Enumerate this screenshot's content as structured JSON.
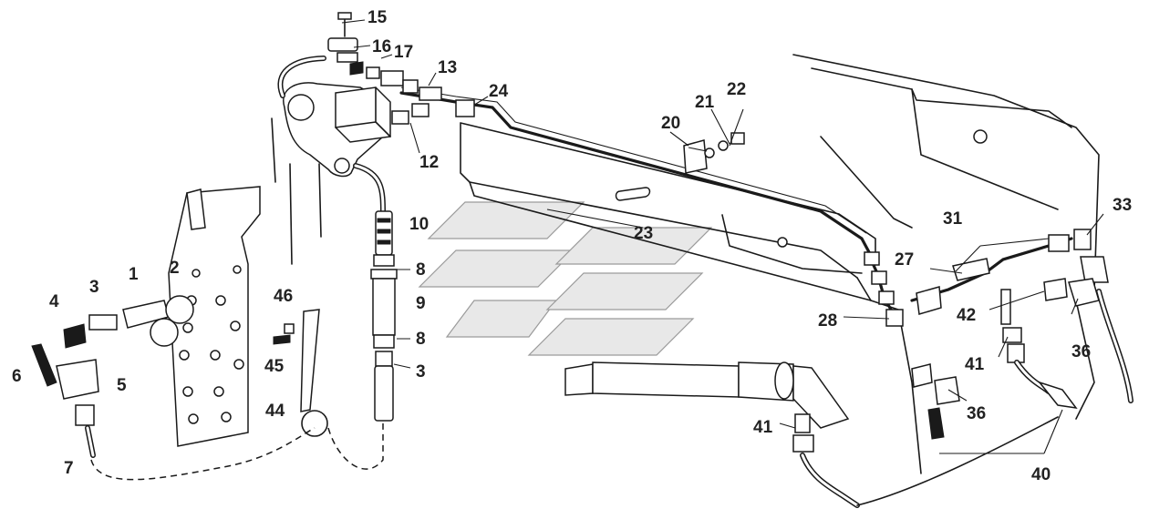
{
  "diagram": {
    "callouts": [
      {
        "id": "c15",
        "text": "15"
      },
      {
        "id": "c16",
        "text": "16"
      },
      {
        "id": "c17",
        "text": "17"
      },
      {
        "id": "c13",
        "text": "13"
      },
      {
        "id": "c24",
        "text": "24"
      },
      {
        "id": "c22",
        "text": "22"
      },
      {
        "id": "c21",
        "text": "21"
      },
      {
        "id": "c20",
        "text": "20"
      },
      {
        "id": "c12",
        "text": "12"
      },
      {
        "id": "c10",
        "text": "10"
      },
      {
        "id": "c8a",
        "text": "8"
      },
      {
        "id": "c9",
        "text": "9"
      },
      {
        "id": "c8b",
        "text": "8"
      },
      {
        "id": "c3b",
        "text": "3"
      },
      {
        "id": "c23",
        "text": "23"
      },
      {
        "id": "c2",
        "text": "2"
      },
      {
        "id": "c1",
        "text": "1"
      },
      {
        "id": "c3a",
        "text": "3"
      },
      {
        "id": "c4",
        "text": "4"
      },
      {
        "id": "c5",
        "text": "5"
      },
      {
        "id": "c6",
        "text": "6"
      },
      {
        "id": "c7",
        "text": "7"
      },
      {
        "id": "c46",
        "text": "46"
      },
      {
        "id": "c45",
        "text": "45"
      },
      {
        "id": "c44",
        "text": "44"
      },
      {
        "id": "c31",
        "text": "31"
      },
      {
        "id": "c33",
        "text": "33"
      },
      {
        "id": "c27",
        "text": "27"
      },
      {
        "id": "c28",
        "text": "28"
      },
      {
        "id": "c42",
        "text": "42"
      },
      {
        "id": "c41a",
        "text": "41"
      },
      {
        "id": "c36a",
        "text": "36"
      },
      {
        "id": "c36b",
        "text": "36"
      },
      {
        "id": "c41b",
        "text": "41"
      },
      {
        "id": "c40",
        "text": "40"
      }
    ]
  }
}
